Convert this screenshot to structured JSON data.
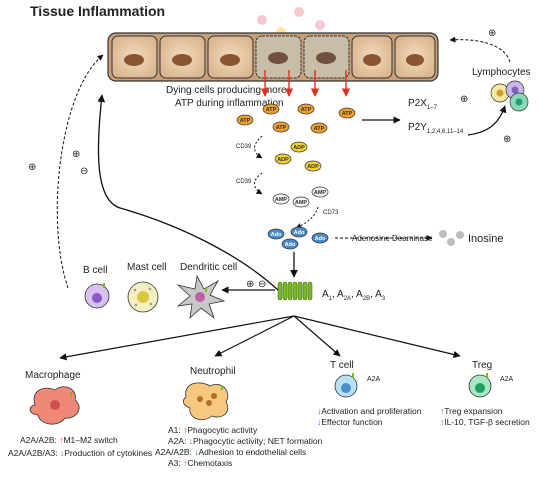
{
  "title": "Tissue Inflammation",
  "cells": {
    "caption_line1": "Dying cells producing more",
    "caption_line2": "ATP during inflammation",
    "lymphocytes": "Lymphocytes",
    "b_cell": "B cell",
    "mast_cell": "Mast cell",
    "dendritic_cell": "Dendritic cell",
    "macrophage": "Macrophage",
    "neutrophil": "Neutrophil",
    "t_cell": "T cell",
    "t_cell_receptor": "A2A",
    "treg": "Treg",
    "treg_receptor": "A2A"
  },
  "molecules": {
    "atp": "ATP",
    "adp": "ADP",
    "amp": "AMP",
    "ado": "Ado",
    "inosine": "Inosine"
  },
  "enzymes": {
    "cd39": "CD39",
    "cd73": "CD73",
    "ada": "Adenosine Deaminase"
  },
  "receptors": {
    "p2x": "P2X",
    "p2x_sub": "1–7",
    "p2y": "P2Y",
    "p2y_sub": "1,2,4,6,11–14",
    "a1": "A",
    "a1_sub": "1",
    "a_sep": ", A",
    "a2a_sub": "2A",
    "a_sep2": ", A",
    "a2b_sub": "2B",
    "a_sep3": ", A",
    "a3_sub": "3"
  },
  "signs": {
    "plus": "⊕",
    "minus": "⊖"
  },
  "arrows": {
    "up": "↑",
    "down": "↓"
  },
  "effects": {
    "macrophage": [
      {
        "receptor": "A2A/A2B: ",
        "text": "M1–M2 switch"
      },
      {
        "receptor": "A2A/A2B/A3: ",
        "text": "Production of cytokines"
      }
    ],
    "neutrophil": [
      {
        "receptor": "A1: ",
        "text": "Phagocytic activity"
      },
      {
        "receptor": "A2A: ",
        "text": "Phagocytic activity; NET formation"
      },
      {
        "receptor": "A2A/A2B: ",
        "text": "Adhesion to endothelial cells"
      },
      {
        "receptor": "A3: ",
        "text": "Chemotaxis"
      }
    ],
    "t_cell": [
      "Activation and proliferation",
      "Effector function"
    ],
    "treg": [
      "Treg expansion",
      "IL-10, TGF-β secretion"
    ]
  },
  "colors": {
    "atp": "#f0a028",
    "adp": "#f4d030",
    "amp": "#f4f4f4",
    "adenosine": "#4a88c8",
    "receptor": "#7ab828",
    "up_arrow": "#e03020",
    "down_arrow": "#2a6ad8"
  }
}
